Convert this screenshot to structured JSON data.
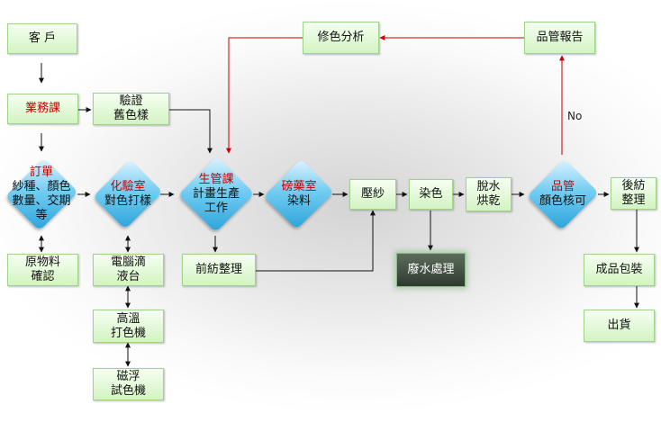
{
  "nodes": {
    "customer": "客  戶",
    "sales": "業務課",
    "verify_old": [
      "驗證",
      "舊色樣"
    ],
    "order": [
      "訂單",
      "紗種、顏色",
      "數量、交期",
      "等"
    ],
    "lab": [
      "化驗室",
      "對色打樣"
    ],
    "production": [
      "生管課",
      "計畫生產",
      "工作"
    ],
    "dye_room": [
      "磅藥室",
      "染料"
    ],
    "press_yarn": "壓紗",
    "dyeing": "染色",
    "dehydrate": [
      "脫水",
      "烘乾"
    ],
    "qc": [
      "品管",
      "顏色核可"
    ],
    "finishing": [
      "後紡",
      "整理"
    ],
    "raw_material": [
      "原物料",
      "確認"
    ],
    "computer_dropper": [
      "電腦滴",
      "液台"
    ],
    "high_temp": [
      "高溫",
      "打色機"
    ],
    "magnetic": [
      "磁浮",
      "試色機"
    ],
    "pre_spin": "前紡整理",
    "wastewater": "廢水處理",
    "color_correction": "修色分析",
    "qc_report": "品管報告",
    "finished_pack": "成品包裝",
    "shipping": "出貨"
  },
  "labels": {
    "no": "No"
  },
  "colors": {
    "box_fill": "#d3f3c3",
    "box_border": "#9ed38a",
    "diamond": "#2aa4da",
    "red_text": "#cc0000",
    "red_arrow": "#cc0000",
    "dark_box": "#2e3a2e"
  }
}
